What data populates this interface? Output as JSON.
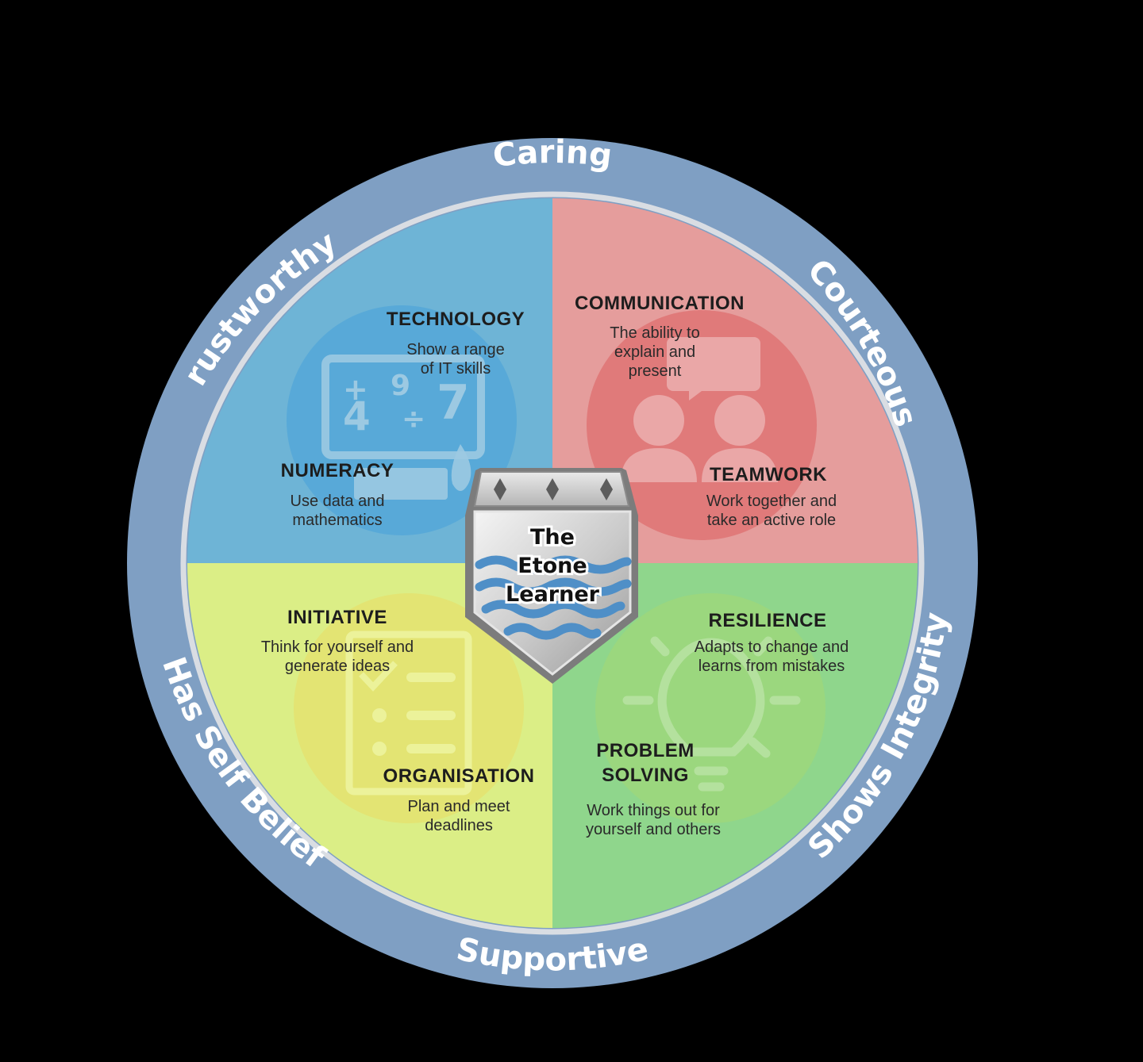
{
  "values": [
    "Caring",
    "Courteous",
    "Shows Integrity",
    "Supportive",
    "Has Self Belief",
    "Trustworthy"
  ],
  "center": {
    "lines": [
      "The",
      "Etone",
      "Learner"
    ]
  },
  "colors": {
    "ring": "#7f9fc3",
    "technology": "#6eb4d6",
    "communication": "#e59d9c",
    "initiative": "#dbee86",
    "resilience": "#8fd68c"
  },
  "skills": [
    {
      "id": "technology",
      "title": "TECHNOLOGY",
      "desc": [
        "Show a range",
        "of IT skills"
      ]
    },
    {
      "id": "numeracy",
      "title": "NUMERACY",
      "desc": [
        "Use data and",
        "mathematics"
      ]
    },
    {
      "id": "communication",
      "title": "COMMUNICATION",
      "desc": [
        "The ability to",
        "explain and",
        "present"
      ]
    },
    {
      "id": "teamwork",
      "title": "TEAMWORK",
      "desc": [
        "Work together and",
        "take an active role"
      ]
    },
    {
      "id": "initiative",
      "title": "INITIATIVE",
      "desc": [
        "Think for yourself and",
        "generate ideas"
      ]
    },
    {
      "id": "organisation",
      "title": "ORGANISATION",
      "desc": [
        "Plan and meet",
        "deadlines"
      ]
    },
    {
      "id": "resilience",
      "title": "RESILIENCE",
      "desc": [
        "Adapts to change and",
        "learns from mistakes"
      ]
    },
    {
      "id": "problem-solving",
      "title": [
        "PROBLEM",
        "SOLVING"
      ],
      "desc": [
        "Work things out for",
        "yourself and others"
      ]
    }
  ],
  "icons": {
    "technology": "computer-math-icon",
    "communication": "people-chat-icon",
    "initiative": "checklist-icon",
    "resilience": "lightbulb-icon"
  }
}
